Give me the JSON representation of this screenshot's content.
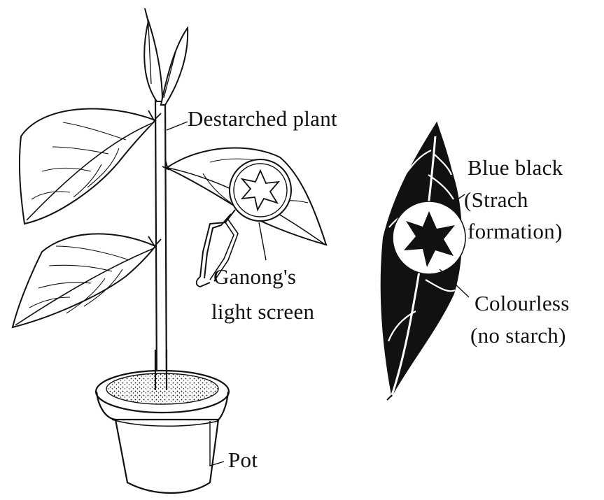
{
  "labels": {
    "destarched_plant": "Destarched plant",
    "ganong_line1": "Ganong's",
    "ganong_line2": "light screen",
    "pot": "Pot",
    "blue_black": "Blue black",
    "strach_line1": "(Strach",
    "strach_line2": "formation)",
    "colourless": "Colourless",
    "no_starch": "(no starch)"
  },
  "colors": {
    "ink": "#111111",
    "paper": "#ffffff"
  }
}
